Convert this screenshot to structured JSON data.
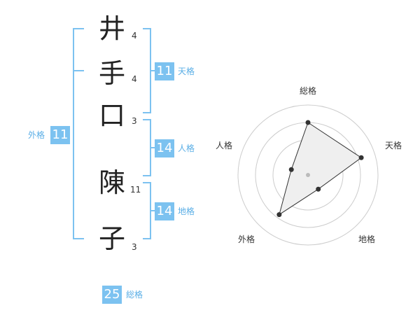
{
  "name": {
    "characters": [
      {
        "char": "井",
        "strokes": "4"
      },
      {
        "char": "手",
        "strokes": "4"
      },
      {
        "char": "口",
        "strokes": "3"
      },
      {
        "char": "陳",
        "strokes": "11"
      },
      {
        "char": "子",
        "strokes": "3"
      }
    ]
  },
  "fortunes": {
    "tenkaku": {
      "value": "11",
      "label": "天格"
    },
    "jinkaku": {
      "value": "14",
      "label": "人格"
    },
    "chikaku": {
      "value": "14",
      "label": "地格"
    },
    "gaikaku": {
      "value": "11",
      "label": "外格"
    },
    "soukaku": {
      "value": "25",
      "label": "総格"
    }
  },
  "chart_data": {
    "type": "radar",
    "axes": [
      "総格",
      "天格",
      "地格",
      "外格",
      "人格"
    ],
    "values": [
      0.75,
      0.8,
      0.25,
      0.7,
      0.25
    ],
    "rings": 4,
    "colors": {
      "fill": "#efefef",
      "line": "#333333",
      "grid": "#cccccc",
      "accent": "#7cc2f0"
    }
  }
}
